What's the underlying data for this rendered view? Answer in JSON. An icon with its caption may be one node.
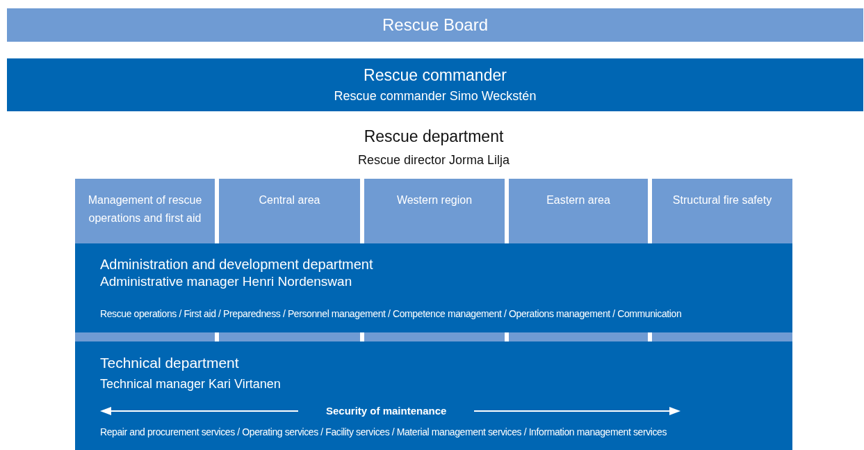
{
  "diagram": {
    "nodes": [
      {
        "text": [
          "Rescue Board"
        ]
      },
      {
        "text": [
          "Rescue commander",
          "Rescue commander Simo Weckstén"
        ]
      },
      {
        "text": [
          "Rescue department",
          "Rescue director Jorma Lilja"
        ]
      },
      {
        "text": [
          "Management of rescue operations and first aid"
        ]
      },
      {
        "text": [
          "Central area"
        ]
      },
      {
        "text": [
          "Western region"
        ]
      },
      {
        "text": [
          "Eastern area"
        ]
      },
      {
        "text": [
          "Structural fire safety"
        ]
      },
      {
        "text": [
          "Administration and development department",
          "Administrative manager Henri Nordenswan",
          "Rescue operations / First aid / Preparedness / Personnel management / Competence management / Operations management / Communication"
        ]
      },
      {
        "text": [
          "Technical department",
          "Technical manager Kari Virtanen",
          "Security of maintenance",
          "Repair and procurement services / Operating services / Facility services / Material management services / Information management services"
        ]
      }
    ]
  }
}
